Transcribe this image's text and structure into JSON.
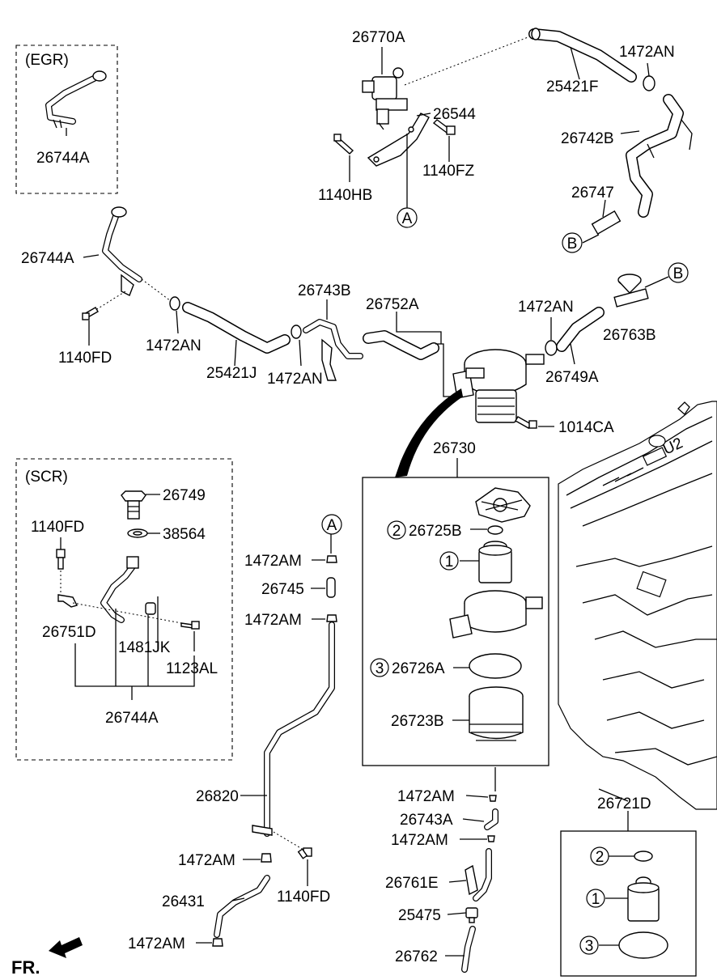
{
  "groups": {
    "egr": "(EGR)",
    "scr": "(SCR)"
  },
  "labels": {
    "p26770A": "26770A",
    "p1472AN_top": "1472AN",
    "p25421F": "25421F",
    "p26544": "26544",
    "p26742B": "26742B",
    "p26744A_egr": "26744A",
    "p1140FZ": "1140FZ",
    "p1140HB": "1140HB",
    "p26747": "26747",
    "p26744A_main": "26744A",
    "p26743B": "26743B",
    "p26752A": "26752A",
    "p1472AN_mid": "1472AN",
    "p1140FD_main": "1140FD",
    "p1472AN_left": "1472AN",
    "p25421J": "25421J",
    "p1472AN_center": "1472AN",
    "p26763B": "26763B",
    "p26749A": "26749A",
    "p1014CA": "1014CA",
    "p26730": "26730",
    "p26749": "26749",
    "p38564": "38564",
    "p1140FD_scr": "1140FD",
    "p26751D": "26751D",
    "p1481JK": "1481JK",
    "p1123AL": "1123AL",
    "p26744A_scr": "26744A",
    "p1472AM_1": "1472AM",
    "p26745": "26745",
    "p1472AM_2": "1472AM",
    "p26725B": "26725B",
    "p26726A": "26726A",
    "p26723B": "26723B",
    "p26820": "26820",
    "p1472AM_3": "1472AM",
    "p26431": "26431",
    "p1140FD_bottom": "1140FD",
    "p1472AM_4": "1472AM",
    "p1472AM_5": "1472AM",
    "p26743A": "26743A",
    "p1472AM_6": "1472AM",
    "p26761E": "26761E",
    "p25475": "25475",
    "p26762": "26762",
    "p26721D": "26721D",
    "front": "FR."
  },
  "callouts": {
    "A1": "A",
    "A2": "A",
    "B1": "B",
    "B2": "B",
    "n1": "1",
    "n2": "2",
    "n3": "3",
    "n1b": "1",
    "n2b": "2",
    "n3b": "3"
  },
  "engine_mark": "U2"
}
